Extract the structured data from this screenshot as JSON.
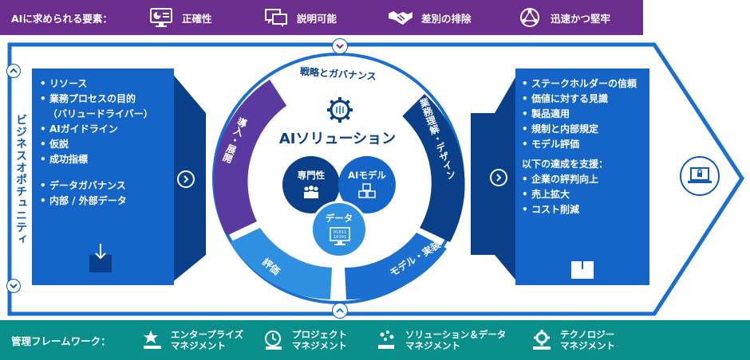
{
  "requirements": {
    "label": "AIに求められる要素：",
    "items": [
      {
        "label": "正確性",
        "icon": "monitor-chart-icon"
      },
      {
        "label": "説明可能",
        "icon": "speech-bubbles-icon"
      },
      {
        "label": "差別の排除",
        "icon": "handshake-icon"
      },
      {
        "label": "迅速かつ堅牢",
        "icon": "network-globe-icon"
      }
    ]
  },
  "side_label": "ビジネスオポチュニティ",
  "left_panel": {
    "items": [
      "リソース",
      "業務プロセスの目的",
      "AIガイドライン",
      "仮説",
      "成功指標",
      "データガバナンス",
      "内部 / 外部データ"
    ],
    "sub_note": "（バリュードライバー）"
  },
  "ring": {
    "top": "戦略とガバナンス",
    "right": "業務理解・デザイン",
    "bottom_right": "モデル・実装",
    "bottom_left": "評価",
    "left": "導入・展開"
  },
  "center": {
    "title": "AIソリューション",
    "circles": [
      "専門性",
      "AIモデル",
      "データ"
    ]
  },
  "right_panel": {
    "items": [
      "ステークホルダーの信頼",
      "価値に対する見識",
      "製品適用",
      "規制と内部規定",
      "モデル評価"
    ],
    "support_label": "以下の達成を支援：",
    "support_items": [
      "企業の評判向上",
      "売上拡大",
      "コスト削減"
    ]
  },
  "frameworks": {
    "label": "管理フレームワーク：",
    "items": [
      {
        "line1": "エンタープライズ",
        "line2": "マネジメント",
        "icon": "star-person-icon"
      },
      {
        "line1": "プロジェクト",
        "line2": "マネジメント",
        "icon": "clock-document-icon"
      },
      {
        "line1": "ソリューション＆データ",
        "line2": "マネジメント",
        "icon": "data-dots-icon"
      },
      {
        "line1": "テクノロジー",
        "line2": "マネジメント",
        "icon": "gear-hand-icon"
      }
    ]
  },
  "colors": {
    "purple": "#6b2d8e",
    "teal": "#0b8f8a",
    "blue": "#0f5bb5",
    "dark_blue": "#0a3f8a",
    "light_blue": "#2f8fe0",
    "ring_purple": "#5a3aa0"
  }
}
